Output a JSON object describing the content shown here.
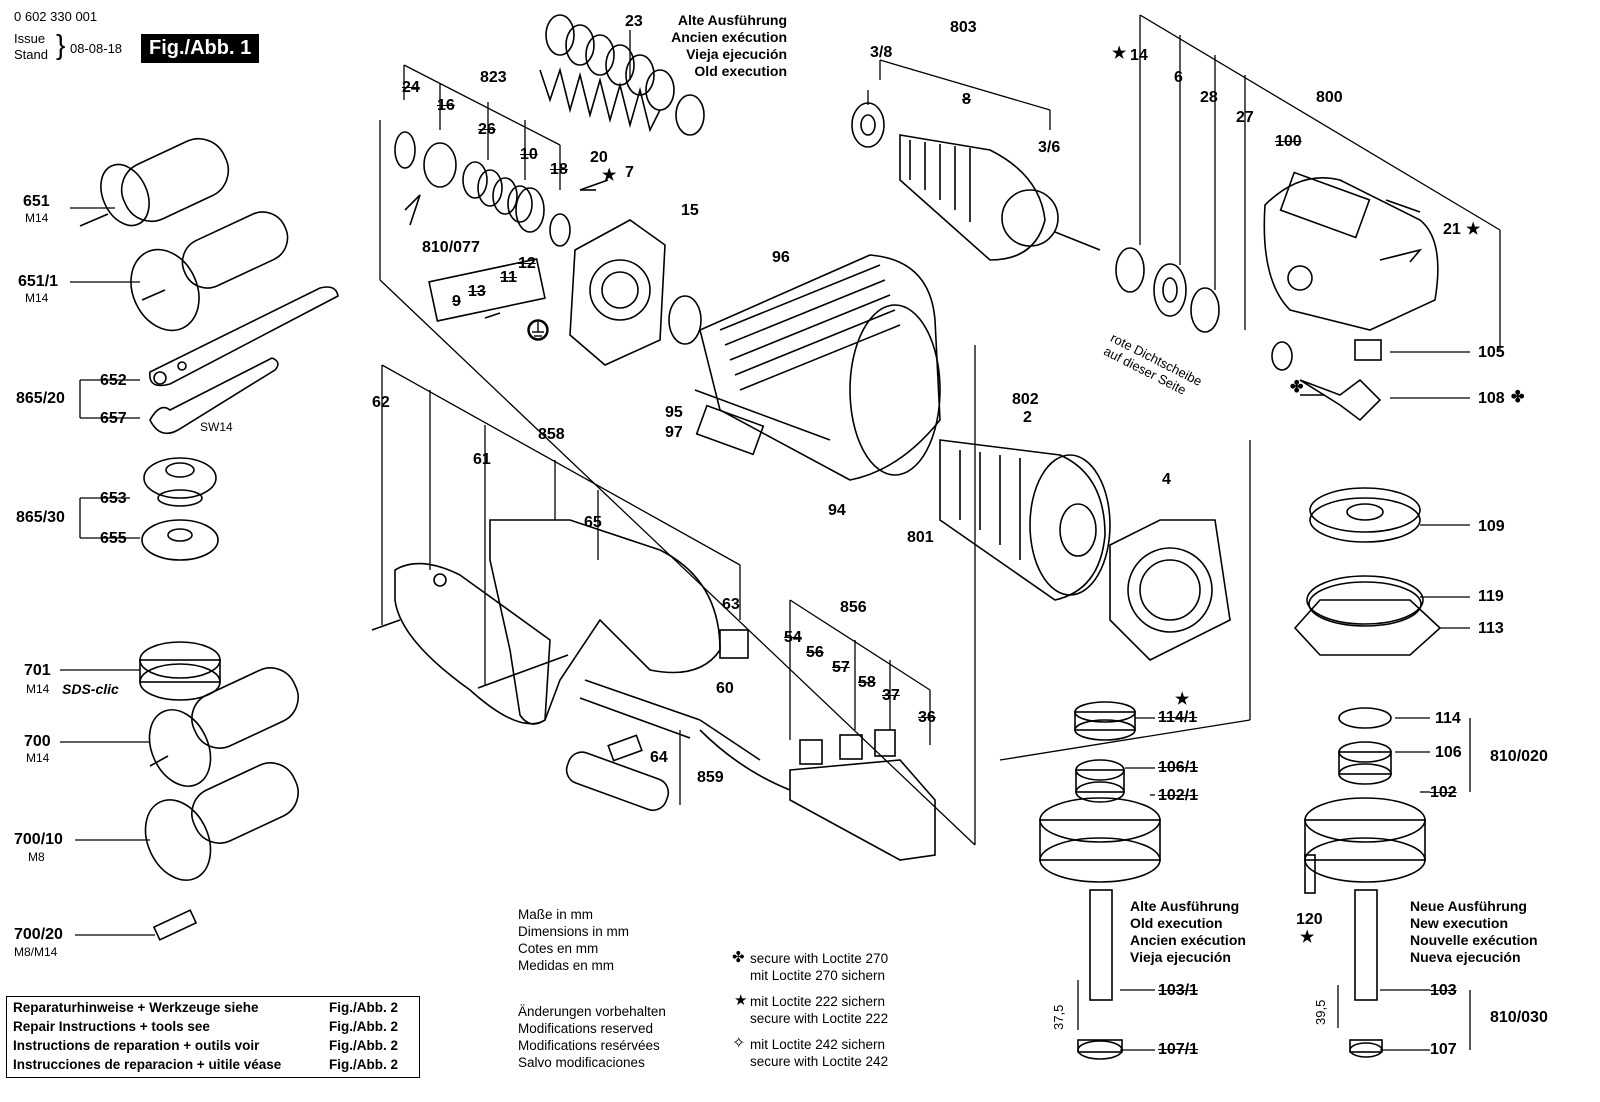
{
  "header": {
    "doc_number": "0 602 330 001",
    "issue_label": "Issue",
    "stand_label": "Stand",
    "date": "08-08-18",
    "figure": "Fig./Abb. 1"
  },
  "old_exec_top": [
    "Alte Ausführung",
    "Ancien exécution",
    "Vieja ejecución",
    "Old execution"
  ],
  "part_labels": [
    {
      "id": "p23",
      "text": "23"
    },
    {
      "id": "p823",
      "text": "823"
    },
    {
      "id": "p24",
      "text": "24"
    },
    {
      "id": "p16",
      "text": "16"
    },
    {
      "id": "p26",
      "text": "26"
    },
    {
      "id": "p10",
      "text": "10"
    },
    {
      "id": "p18",
      "text": "18"
    },
    {
      "id": "p20",
      "text": "20"
    },
    {
      "id": "p7",
      "text": "7"
    },
    {
      "id": "p15",
      "text": "15"
    },
    {
      "id": "p810_077",
      "text": "810/077"
    },
    {
      "id": "p96",
      "text": "96"
    },
    {
      "id": "p803",
      "text": "803"
    },
    {
      "id": "p3_8",
      "text": "3/8"
    },
    {
      "id": "p3_6",
      "text": "3/6"
    },
    {
      "id": "p14",
      "text": "14"
    },
    {
      "id": "p6",
      "text": "6"
    },
    {
      "id": "p28",
      "text": "28"
    },
    {
      "id": "p27",
      "text": "27"
    },
    {
      "id": "p800",
      "text": "800"
    },
    {
      "id": "p100",
      "text": "100"
    },
    {
      "id": "p21",
      "text": "21"
    },
    {
      "id": "p105",
      "text": "105"
    },
    {
      "id": "p108",
      "text": "108"
    },
    {
      "id": "p109",
      "text": "109"
    },
    {
      "id": "p119",
      "text": "119"
    },
    {
      "id": "p113",
      "text": "113"
    },
    {
      "id": "p114",
      "text": "114"
    },
    {
      "id": "p106",
      "text": "106"
    },
    {
      "id": "p810_020",
      "text": "810/020"
    },
    {
      "id": "p102",
      "text": "102"
    },
    {
      "id": "p120",
      "text": "120"
    },
    {
      "id": "p103",
      "text": "103"
    },
    {
      "id": "p810_030",
      "text": "810/030"
    },
    {
      "id": "p107",
      "text": "107"
    },
    {
      "id": "p114_1",
      "text": "114/1"
    },
    {
      "id": "p106_1",
      "text": "106/1"
    },
    {
      "id": "p102_1",
      "text": "102/1"
    },
    {
      "id": "p103_1",
      "text": "103/1"
    },
    {
      "id": "p107_1",
      "text": "107/1"
    },
    {
      "id": "p62",
      "text": "62"
    },
    {
      "id": "p61",
      "text": "61"
    },
    {
      "id": "p858",
      "text": "858"
    },
    {
      "id": "p65",
      "text": "65"
    },
    {
      "id": "p63",
      "text": "63"
    },
    {
      "id": "p856",
      "text": "856"
    },
    {
      "id": "p60",
      "text": "60"
    },
    {
      "id": "p64",
      "text": "64"
    },
    {
      "id": "p859",
      "text": "859"
    },
    {
      "id": "p95",
      "text": "95"
    },
    {
      "id": "p97",
      "text": "97"
    },
    {
      "id": "p94",
      "text": "94"
    },
    {
      "id": "p801",
      "text": "801"
    },
    {
      "id": "p802",
      "text": "802"
    },
    {
      "id": "p2",
      "text": "2"
    },
    {
      "id": "p4",
      "text": "4"
    },
    {
      "id": "p8",
      "text": "8"
    },
    {
      "id": "p651",
      "text": "651"
    },
    {
      "id": "p651_1",
      "text": "651/1"
    },
    {
      "id": "p652",
      "text": "652"
    },
    {
      "id": "p865_20",
      "text": "865/20"
    },
    {
      "id": "p657",
      "text": "657"
    },
    {
      "id": "p653",
      "text": "653"
    },
    {
      "id": "p865_30",
      "text": "865/30"
    },
    {
      "id": "p655",
      "text": "655"
    },
    {
      "id": "p701",
      "text": "701"
    },
    {
      "id": "p700",
      "text": "700"
    },
    {
      "id": "p700_10",
      "text": "700/10"
    },
    {
      "id": "p700_20",
      "text": "700/20"
    },
    {
      "id": "p54",
      "text": "54"
    },
    {
      "id": "p56",
      "text": "56"
    },
    {
      "id": "p57",
      "text": "57"
    },
    {
      "id": "p58",
      "text": "58"
    },
    {
      "id": "p37",
      "text": "37"
    },
    {
      "id": "p36",
      "text": "36"
    },
    {
      "id": "p12",
      "text": "12"
    },
    {
      "id": "p11",
      "text": "11"
    },
    {
      "id": "p13",
      "text": "13"
    },
    {
      "id": "p9",
      "text": "9"
    }
  ],
  "thread_labels": {
    "m14a": "M14",
    "m14b": "M14",
    "m14c": "M14",
    "m14d": "M14",
    "m8": "M8",
    "m8m14": "M8/M14",
    "sw14": "SW14",
    "sds": "SDS-clic"
  },
  "seal_note": [
    "rote Dichtscheibe",
    "auf dieser Seite"
  ],
  "dimensions": {
    "d37": "37,5",
    "d39": "39,5"
  },
  "old_exec_bottom": [
    "Alte Ausführung",
    "Old execution",
    "Ancien exécution",
    "Vieja ejecución"
  ],
  "new_exec_bottom": [
    "Neue Ausführung",
    "New execution",
    "Nouvelle exécution",
    "Nueva ejecución"
  ],
  "units_note": [
    "Maße in mm",
    "Dimensions in mm",
    "Cotes en mm",
    "Medidas en mm"
  ],
  "mods_note": [
    "Änderungen vorbehalten",
    "Modifications reserved",
    "Modifications resérvées",
    "Salvo modificaciones"
  ],
  "loctite": [
    {
      "symbol": "✤",
      "lines": [
        "secure with Loctite 270",
        "mit Loctite 270 sichern"
      ]
    },
    {
      "symbol": "★",
      "lines": [
        "mit Loctite 222 sichern",
        "secure with Loctite 222"
      ]
    },
    {
      "symbol": "✧",
      "lines": [
        "mit Loctite 242 sichern",
        "secure with Loctite 242"
      ]
    }
  ],
  "repair_box": [
    {
      "text": "Reparaturhinweise + Werkzeuge siehe",
      "ref": "Fig./Abb. 2"
    },
    {
      "text": "Repair Instructions + tools see",
      "ref": "Fig./Abb. 2"
    },
    {
      "text": "Instructions de reparation + outils voir",
      "ref": "Fig./Abb. 2"
    },
    {
      "text": "Instrucciones de reparacion + uitile véase",
      "ref": "Fig./Abb. 2"
    }
  ]
}
